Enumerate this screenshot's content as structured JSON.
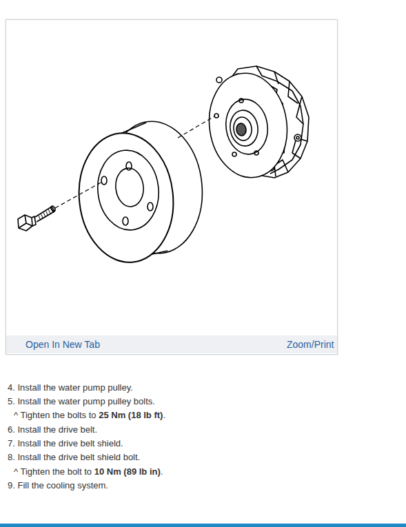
{
  "diagram": {
    "nodes": [
      {
        "text": [
          "Open In New Tab",
          "Zoom/Print"
        ]
      }
    ],
    "labels": [
      "4. Install the water pump pulley.",
      "5. Install the water pump pulley bolts.",
      "^ Tighten the bolts to 25 Nm (18 lb ft).",
      "6. Install the drive belt.",
      "7. Install the drive belt shield.",
      "8. Install the drive belt shield bolt.",
      "^ Tighten the bolt to 10 Nm (89 lb in).",
      "9. Fill the cooling system."
    ]
  }
}
